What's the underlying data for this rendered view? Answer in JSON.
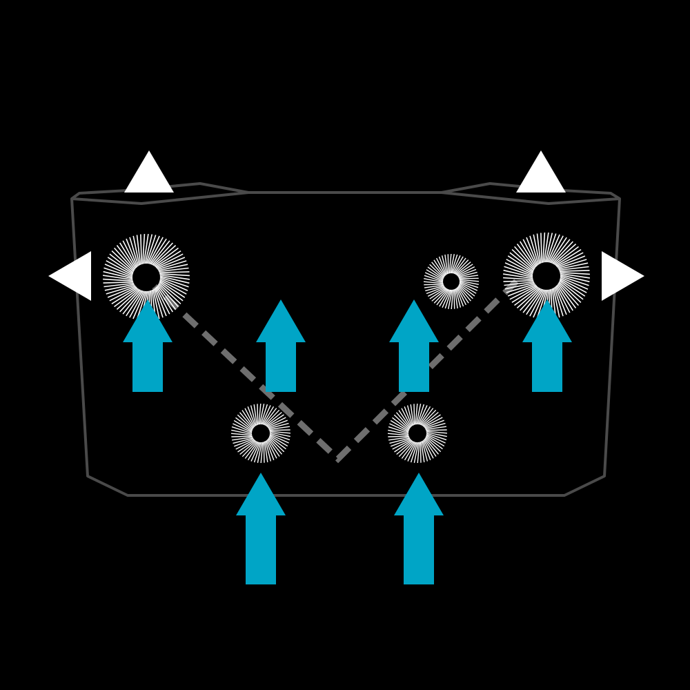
{
  "colors": {
    "background": "#000000",
    "outline": "#4a4a4a",
    "dashed_path": "#6e6e6e",
    "arrow": "#00a5c6",
    "fan": "#ffffff",
    "triangle": "#ffffff",
    "fan_hub": "#000000"
  },
  "fans": [
    {
      "id": "fan-large-left",
      "size": "large"
    },
    {
      "id": "fan-small-upper-right",
      "size": "small"
    },
    {
      "id": "fan-large-right",
      "size": "large"
    },
    {
      "id": "fan-small-lower-left",
      "size": "small"
    },
    {
      "id": "fan-small-lower-right",
      "size": "small"
    }
  ],
  "airflow_arrows": [
    {
      "id": "airflow-arrow-1",
      "direction": "up"
    },
    {
      "id": "airflow-arrow-2",
      "direction": "up"
    },
    {
      "id": "airflow-arrow-3",
      "direction": "up"
    },
    {
      "id": "airflow-arrow-4",
      "direction": "up"
    },
    {
      "id": "airflow-arrow-5",
      "direction": "up"
    },
    {
      "id": "airflow-arrow-6",
      "direction": "up"
    }
  ],
  "direction_markers": [
    {
      "id": "marker-top-left",
      "direction": "up"
    },
    {
      "id": "marker-top-right",
      "direction": "up"
    },
    {
      "id": "marker-left",
      "direction": "left"
    },
    {
      "id": "marker-right",
      "direction": "right"
    }
  ]
}
